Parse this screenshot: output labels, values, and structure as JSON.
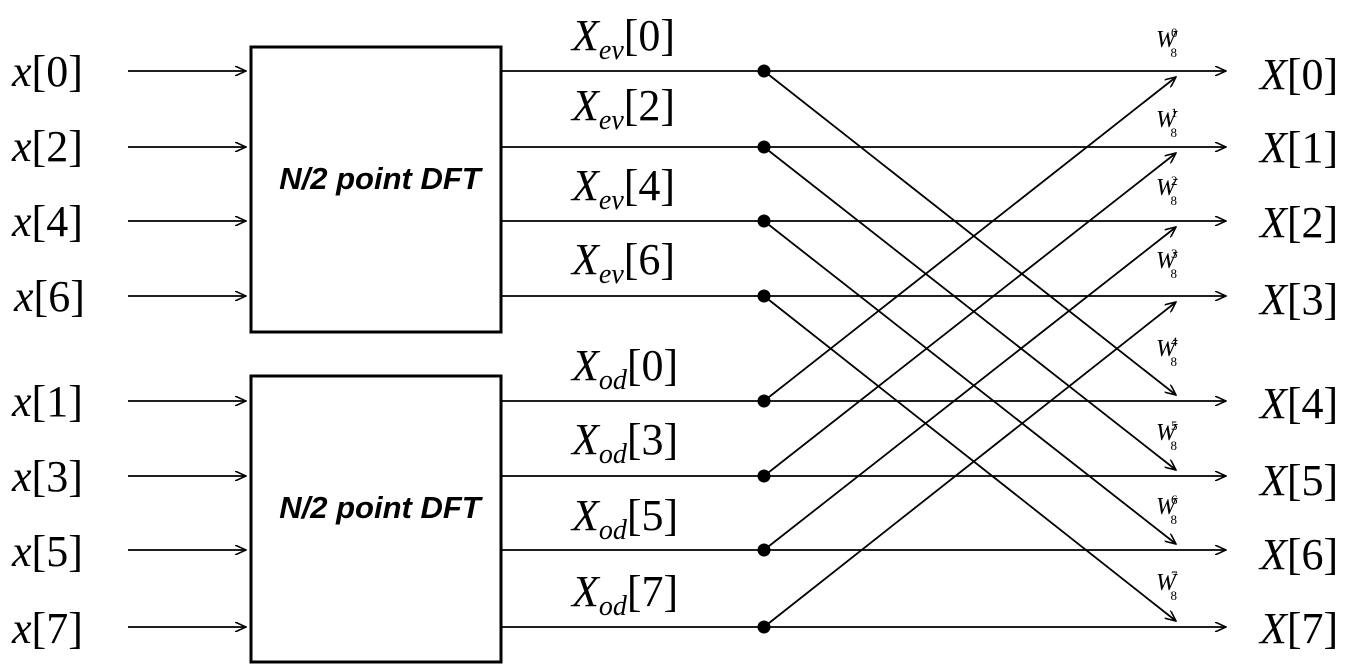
{
  "boxes": {
    "top_label": "N/2 point DFT",
    "bottom_label": "N/2 point DFT"
  },
  "inputs": [
    {
      "base": "x",
      "idx": "0"
    },
    {
      "base": "x",
      "idx": "2"
    },
    {
      "base": "x",
      "idx": "4"
    },
    {
      "base": "x",
      "idx": "6"
    },
    {
      "base": "x",
      "idx": "1"
    },
    {
      "base": "x",
      "idx": "3"
    },
    {
      "base": "x",
      "idx": "5"
    },
    {
      "base": "x",
      "idx": "7"
    }
  ],
  "intermediates": [
    {
      "base": "X",
      "sub": "ev",
      "idx": "0"
    },
    {
      "base": "X",
      "sub": "ev",
      "idx": "2"
    },
    {
      "base": "X",
      "sub": "ev",
      "idx": "4"
    },
    {
      "base": "X",
      "sub": "ev",
      "idx": "6"
    },
    {
      "base": "X",
      "sub": "od",
      "idx": "0"
    },
    {
      "base": "X",
      "sub": "od",
      "idx": "3"
    },
    {
      "base": "X",
      "sub": "od",
      "idx": "5"
    },
    {
      "base": "X",
      "sub": "od",
      "idx": "7"
    }
  ],
  "outputs": [
    {
      "base": "X",
      "idx": "0"
    },
    {
      "base": "X",
      "idx": "1"
    },
    {
      "base": "X",
      "idx": "2"
    },
    {
      "base": "X",
      "idx": "3"
    },
    {
      "base": "X",
      "idx": "4"
    },
    {
      "base": "X",
      "idx": "5"
    },
    {
      "base": "X",
      "idx": "6"
    },
    {
      "base": "X",
      "idx": "7"
    }
  ],
  "twiddles": [
    {
      "base": "W",
      "sub": "8",
      "sup": "0"
    },
    {
      "base": "W",
      "sub": "8",
      "sup": "1"
    },
    {
      "base": "W",
      "sub": "8",
      "sup": "2"
    },
    {
      "base": "W",
      "sub": "8",
      "sup": "3"
    },
    {
      "base": "W",
      "sub": "8",
      "sup": "4"
    },
    {
      "base": "W",
      "sub": "8",
      "sup": "5"
    },
    {
      "base": "W",
      "sub": "8",
      "sup": "6"
    },
    {
      "base": "W",
      "sub": "8",
      "sup": "7"
    }
  ]
}
